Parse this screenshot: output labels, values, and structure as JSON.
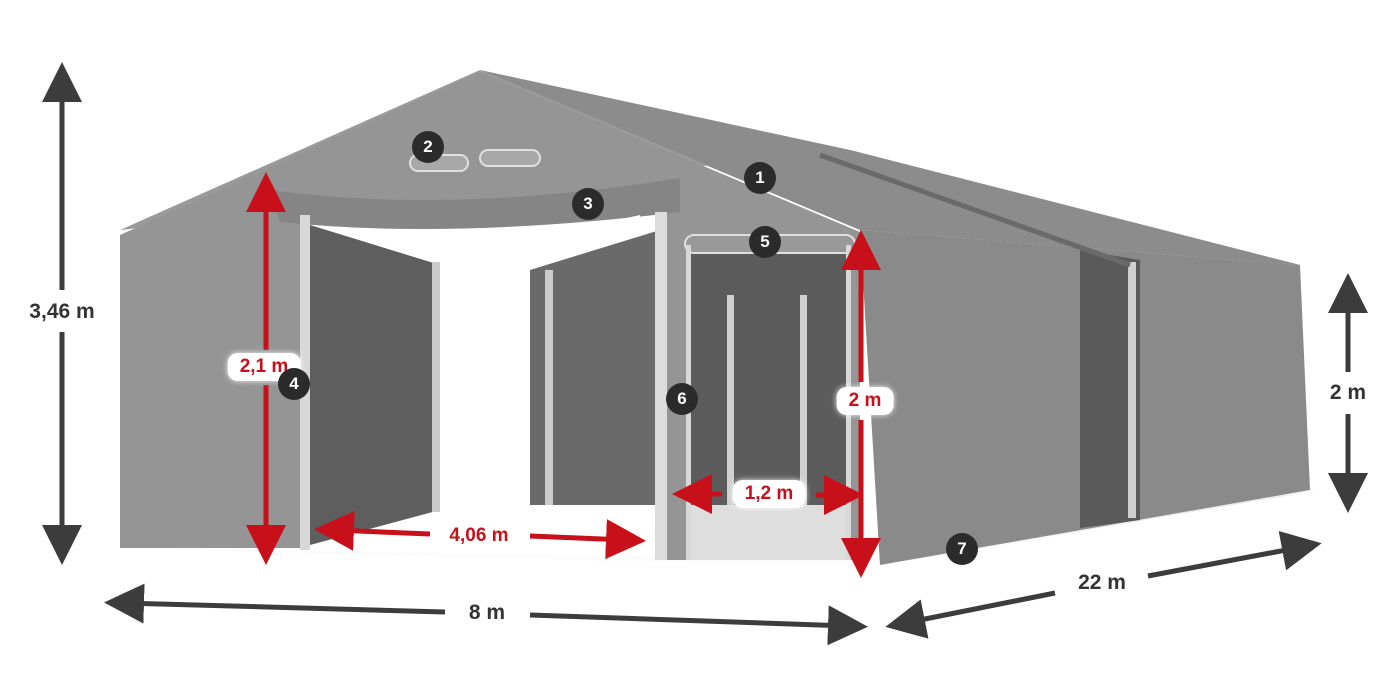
{
  "diagram": {
    "subject": "Storage tent with two roll-up gates",
    "colors": {
      "tarp": "#8f8f8f",
      "tarp_dark": "#7a7a7a",
      "interior": "#5e5e5e",
      "frame": "#d6d6d6",
      "dimension_gray": "#3c3c3c",
      "dimension_red": "#c8101a",
      "marker_bg": "#2b2b2b"
    },
    "dimensions": {
      "total_height": "3,46 m",
      "width": "8 m",
      "length": "22 m",
      "side_height": "2 m",
      "gate_height": "2,1 m",
      "gate_width": "4,06 m",
      "door_height": "2 m",
      "door_width": "1,2 m"
    },
    "markers": [
      "1",
      "2",
      "3",
      "4",
      "5",
      "6",
      "7"
    ]
  }
}
